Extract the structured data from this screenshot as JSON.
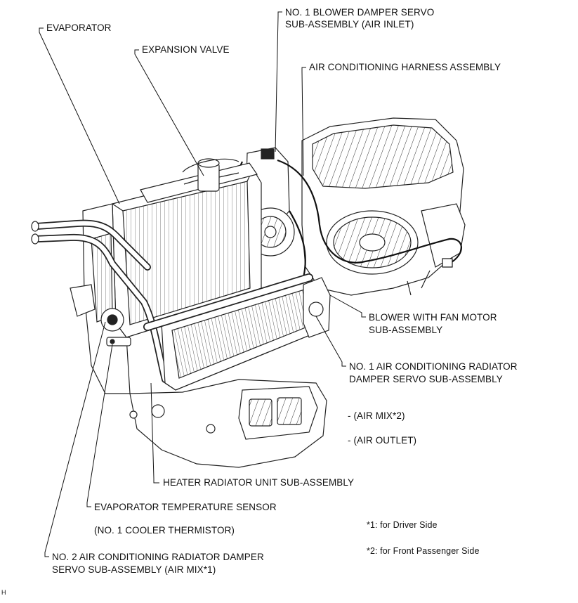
{
  "labels": {
    "evaporator": "EVAPORATOR",
    "expansion_valve": "EXPANSION VALVE",
    "blower_damper_servo_l1": "NO. 1 BLOWER DAMPER SERVO",
    "blower_damper_servo_l2": "SUB-ASSEMBLY (AIR INLET)",
    "ac_harness": "AIR CONDITIONING HARNESS ASSEMBLY",
    "blower_fan_motor_l1": "BLOWER WITH FAN MOTOR",
    "blower_fan_motor_l2": "SUB-ASSEMBLY",
    "no1_radiator_damper_l1": "NO. 1 AIR CONDITIONING RADIATOR",
    "no1_radiator_damper_l2": "DAMPER SERVO SUB-ASSEMBLY",
    "air_mix2": "- (AIR MIX*2)",
    "air_outlet": "- (AIR OUTLET)",
    "heater_radiator": "HEATER RADIATOR UNIT SUB-ASSEMBLY",
    "evap_temp_sensor": "EVAPORATOR TEMPERATURE SENSOR",
    "cooler_thermistor": "(NO. 1 COOLER THERMISTOR)",
    "no2_radiator_damper_l1": "NO. 2 AIR CONDITIONING RADIATOR DAMPER",
    "no2_radiator_damper_l2": "SERVO SUB-ASSEMBLY (AIR MIX*1)",
    "footnote1": "*1: for Driver Side",
    "footnote2": "*2: for Front Passenger Side",
    "corner_mark": "H"
  }
}
